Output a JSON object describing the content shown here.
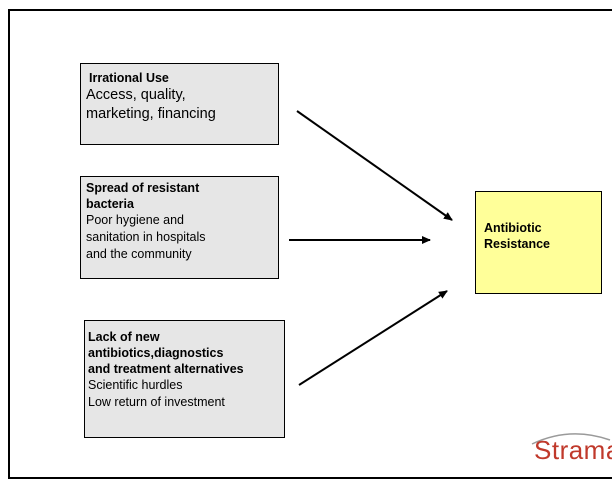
{
  "boxes": {
    "irrational_use": {
      "title": "Irrational Use",
      "lines": [
        "Access, quality,",
        "marketing, financing"
      ]
    },
    "spread": {
      "title_lines": [
        "Spread of resistant",
        "bacteria"
      ],
      "lines": [
        "Poor hygiene and",
        "sanitation in hospitals",
        "and the community"
      ]
    },
    "lack": {
      "title_lines": [
        "Lack of new",
        "antibiotics,diagnostics",
        "and treatment alternatives"
      ],
      "lines": [
        "Scientific hurdles",
        "Low return of investment"
      ]
    },
    "result": {
      "title_lines": [
        "Antibiotic",
        "Resistance"
      ]
    }
  },
  "logo": {
    "text": "Strama"
  },
  "colors": {
    "cause_fill": "#e6e6e6",
    "result_fill": "#ffff99",
    "logo": "#c0392b"
  }
}
